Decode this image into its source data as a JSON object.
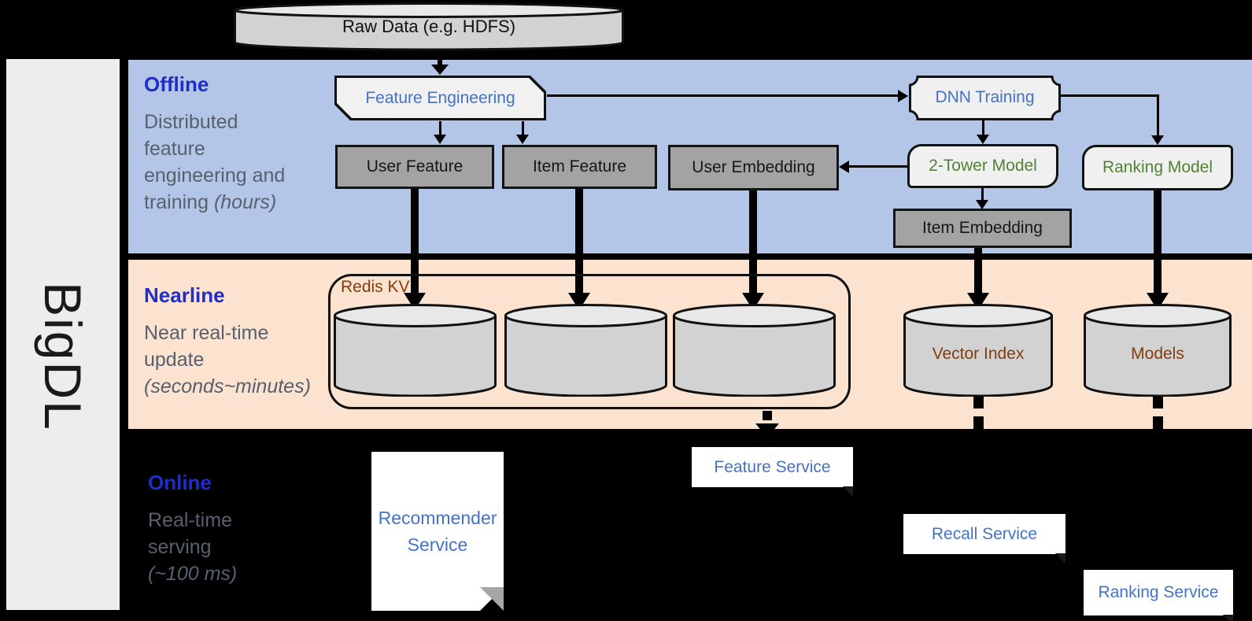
{
  "palette": {
    "offline_band": "#b3c6e7",
    "nearline_band": "#fbe3d0",
    "online_background": "#000000",
    "rail_gray": "#ededed",
    "section_label_blue": "#1f2dc9",
    "section_desc_gray": "#58606e",
    "node_blue_text": "#4472c4",
    "node_green_text": "#548235",
    "store_brown_text": "#843c0c",
    "dark_box_fill": "#a3a3a3",
    "light_box_fill": "#f0f0f0",
    "cylinder_fill": "#d2d2d2"
  },
  "brand": "BigDL",
  "datastore": {
    "raw_data": "Raw Data (e.g. HDFS)"
  },
  "sections": {
    "offline": {
      "label": "Offline",
      "desc_lines": [
        "Distributed",
        "feature",
        "engineering and"
      ],
      "desc_tail": "training ",
      "desc_tail_italic": "(hours)"
    },
    "nearline": {
      "label": "Nearline",
      "desc_lines": [
        "Near real-time",
        "update"
      ],
      "desc_tail_italic": "(seconds~minutes)"
    },
    "online": {
      "label": "Online",
      "desc_lines": [
        "Real-time",
        "serving"
      ],
      "desc_tail_italic": "(~100 ms)"
    }
  },
  "offline_nodes": {
    "feature_engineering": "Feature Engineering",
    "dnn_training": "DNN Training",
    "user_feature": "User Feature",
    "item_feature": "Item Feature",
    "user_embedding": "User Embedding",
    "two_tower_model": "2-Tower Model",
    "ranking_model": "Ranking Model",
    "item_embedding": "Item Embedding"
  },
  "nearline_nodes": {
    "redis_kv": "Redis KV",
    "vector_index": "Vector Index",
    "models": "Models"
  },
  "online_nodes": {
    "recommender_service_line1": "Recommender",
    "recommender_service_line2": "Service",
    "feature_service": "Feature Service",
    "recall_service": "Recall Service",
    "ranking_service": "Ranking Service"
  }
}
